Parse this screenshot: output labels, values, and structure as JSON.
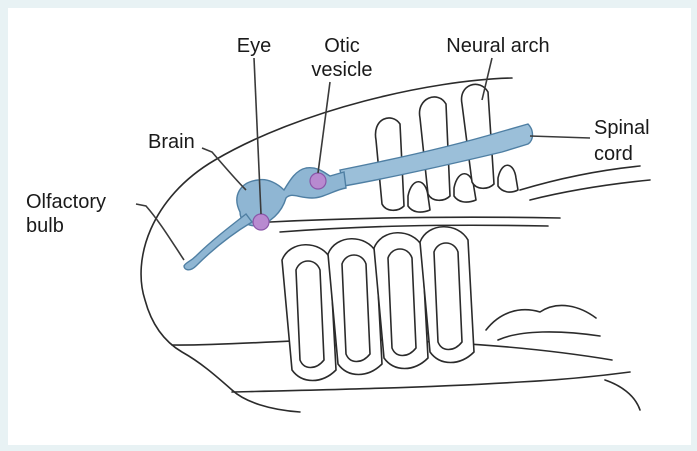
{
  "labels": {
    "eye": "Eye",
    "otic_line1": "Otic",
    "otic_line2": "vesicle",
    "neural_arch": "Neural arch",
    "spinal_line1": "Spinal",
    "spinal_line2": "cord",
    "brain": "Brain",
    "olfactory_line1": "Olfactory",
    "olfactory_line2": "bulb"
  },
  "colors": {
    "background": "#e8f2f4",
    "nervous_tissue": "#8fb6d3",
    "sensory_organ": "#b88ad0",
    "outline": "#2b2b2b"
  }
}
